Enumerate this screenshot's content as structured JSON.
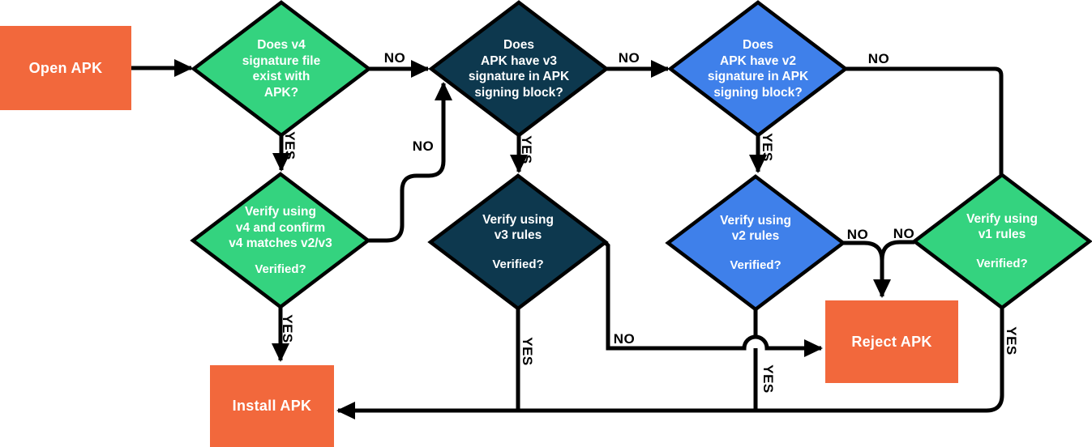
{
  "title": "APK signature verification flowchart",
  "colors": {
    "orange": "#f2683c",
    "green": "#34d37f",
    "navy": "#0d384e",
    "blue": "#3f80ea",
    "line": "#000000",
    "node_text": "#ffffff",
    "label_text": "#000000",
    "background": "#ffffff"
  },
  "nodes": {
    "open_apk": {
      "label": "Open APK"
    },
    "q_v4": {
      "label": "Does v4\nsignature file\nexist with\nAPK?"
    },
    "q_v3": {
      "label": "Does\nAPK have v3\nsignature in APK\nsigning block?"
    },
    "q_v2": {
      "label": "Does\nAPK have v2\nsignature in APK\nsigning block?"
    },
    "verify_v4": {
      "label": "Verify using\nv4 and confirm\nv4 matches v2/v3",
      "sublabel": "Verified?"
    },
    "verify_v3": {
      "label": "Verify using\nv3 rules",
      "sublabel": "Verified?"
    },
    "verify_v2": {
      "label": "Verify using\nv2 rules",
      "sublabel": "Verified?"
    },
    "verify_v1": {
      "label": "Verify using\nv1 rules",
      "sublabel": "Verified?"
    },
    "reject_apk": {
      "label": "Reject APK"
    },
    "install_apk": {
      "label": "Install APK"
    }
  },
  "edge_labels": {
    "no_q_v4": "NO",
    "no_q_v3": "NO",
    "no_q_v2": "NO",
    "yes_q_v4": "YES",
    "yes_q_v3": "YES",
    "yes_q_v2": "YES",
    "no_verify_v4": "NO",
    "yes_verify_v4": "YES",
    "no_verify_v3": "NO",
    "yes_verify_v3": "YES",
    "no_verify_v2": "NO",
    "yes_verify_v2": "YES",
    "no_verify_v1": "NO",
    "yes_verify_v1": "YES"
  }
}
